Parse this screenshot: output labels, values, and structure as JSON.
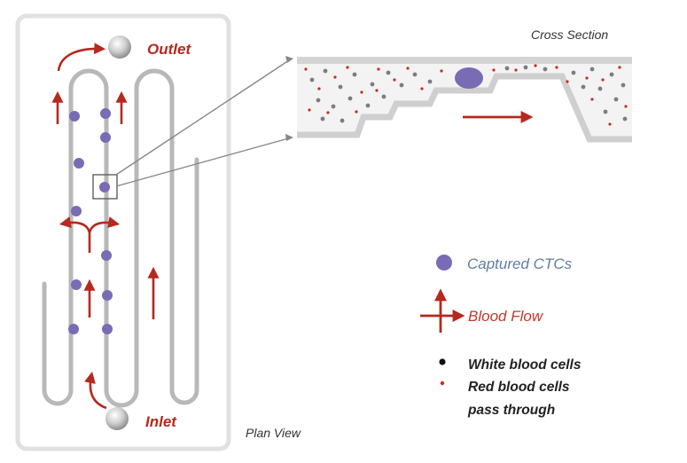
{
  "labels": {
    "outlet": "Outlet",
    "inlet": "Inlet",
    "plan_view": "Plan View",
    "cross_section": "Cross Section"
  },
  "legend": {
    "captured_ctcs": "Captured CTCs",
    "blood_flow": "Blood Flow",
    "white_blood_cells": "White blood cells",
    "red_blood_cells_line1": "Red blood cells",
    "red_blood_cells_line2": "pass through"
  },
  "colors": {
    "ctc": "#7a6bb5",
    "flow_arrow": "#b5291f",
    "channel": "#b8b8b8",
    "wbc": "#7d7d7d",
    "rbc": "#cc2b1e",
    "legend_text_blue": "#5f7da6",
    "legend_text_red": "#c0392b",
    "text_dark": "#222222"
  }
}
